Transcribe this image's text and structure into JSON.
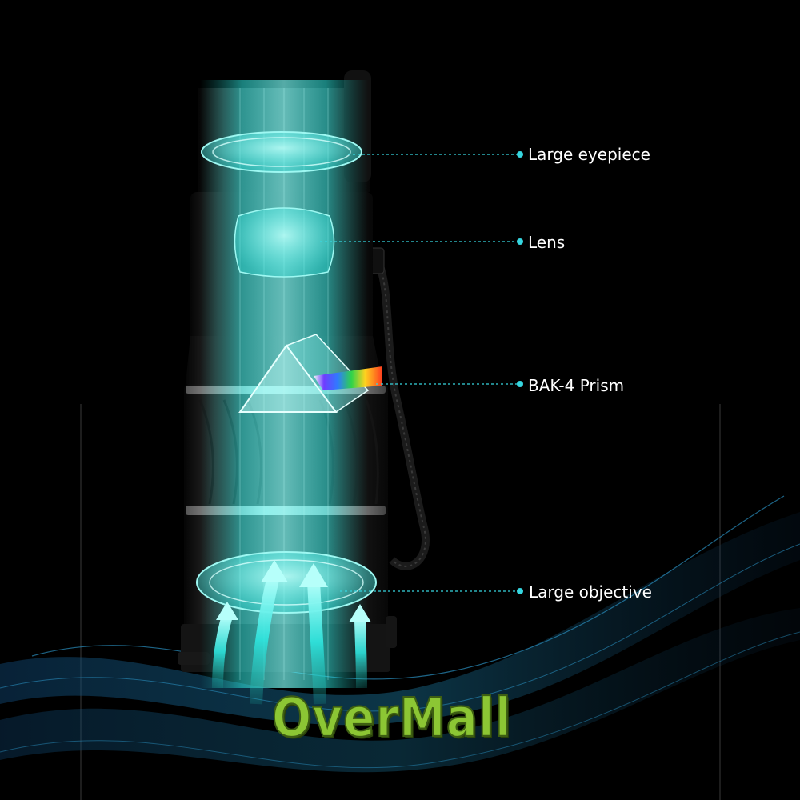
{
  "product_image": {
    "subject": "monocular-telescope-cutaway",
    "accent_color": "#2ee6df",
    "background_color": "#000000"
  },
  "callouts": [
    {
      "id": "eyepiece",
      "label": "Large eyepiece"
    },
    {
      "id": "lens",
      "label": "Lens"
    },
    {
      "id": "prism",
      "label": "BAK-4 Prism"
    },
    {
      "id": "objective",
      "label": "Large objective"
    }
  ],
  "watermark": {
    "text": "OverMall",
    "color": "#8cc634"
  }
}
